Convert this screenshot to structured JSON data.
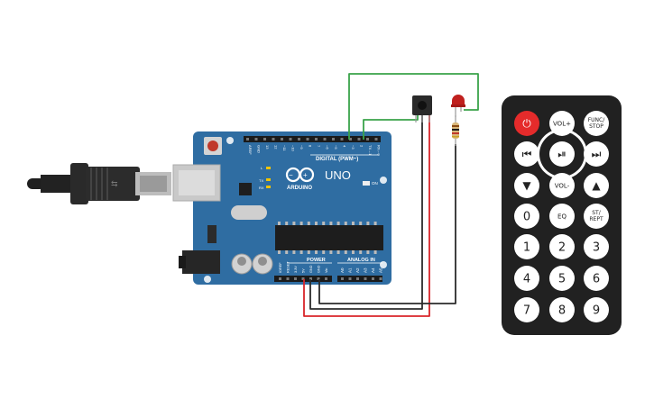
{
  "board": {
    "logo_text": "ARDUINO",
    "model_text": "UNO",
    "digital_header_label": "DIGITAL (PWM~)",
    "power_label": "POWER",
    "analog_label": "ANALOG IN",
    "on_label": "ON",
    "l_label": "L",
    "tx_label": "TX",
    "rx_label": "RX",
    "top_pin_labels": [
      "AREF",
      "GND",
      "13",
      "12",
      "~11",
      "~10",
      "~9",
      "8",
      "7",
      "~6",
      "~5",
      "4",
      "~3",
      "2",
      "TX→1",
      "RX←0"
    ],
    "power_pin_labels": [
      "IOREF",
      "RESET",
      "3.3V",
      "5V",
      "GND",
      "GND",
      "Vin"
    ],
    "analog_pin_labels": [
      "A0",
      "A1",
      "A2",
      "A3",
      "A4",
      "A5"
    ],
    "color": "#2f6da2"
  },
  "wires": {
    "green": "#3aa34a",
    "red": "#d9252a",
    "black": "#2b2b2b",
    "gray": "#8a8a8a"
  },
  "remote": {
    "buttons": [
      {
        "id": "power",
        "label": "⏻",
        "icon": "power-icon",
        "color": "#e52b2b"
      },
      {
        "id": "vol-up",
        "label": "VOL+"
      },
      {
        "id": "func-stop",
        "label": "FUNC/\nSTOP"
      },
      {
        "id": "prev",
        "label": "⏮",
        "icon": "previous-track-icon"
      },
      {
        "id": "play-pause",
        "label": "⏯",
        "icon": "play-pause-icon"
      },
      {
        "id": "next",
        "label": "⏭",
        "icon": "next-track-icon"
      },
      {
        "id": "down",
        "label": "▼",
        "icon": "down-arrow-icon"
      },
      {
        "id": "vol-down",
        "label": "VOL-"
      },
      {
        "id": "up",
        "label": "▲",
        "icon": "up-arrow-icon"
      },
      {
        "id": "0",
        "label": "0"
      },
      {
        "id": "eq",
        "label": "EQ"
      },
      {
        "id": "st-rept",
        "label": "ST/\nREPT"
      },
      {
        "id": "1",
        "label": "1"
      },
      {
        "id": "2",
        "label": "2"
      },
      {
        "id": "3",
        "label": "3"
      },
      {
        "id": "4",
        "label": "4"
      },
      {
        "id": "5",
        "label": "5"
      },
      {
        "id": "6",
        "label": "6"
      },
      {
        "id": "7",
        "label": "7"
      },
      {
        "id": "8",
        "label": "8"
      },
      {
        "id": "9",
        "label": "9"
      }
    ],
    "body_color": "#212121",
    "button_color": "#ffffff"
  }
}
